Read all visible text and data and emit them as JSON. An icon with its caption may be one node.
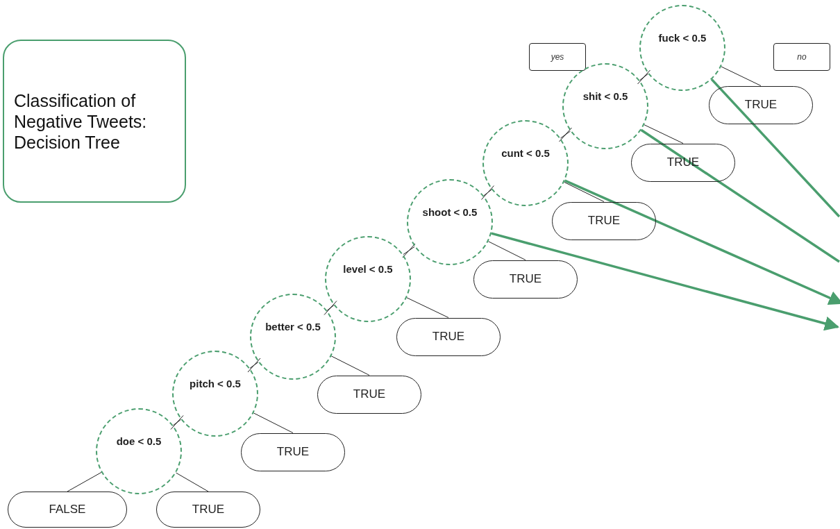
{
  "diagram": {
    "nodes": [
      {
        "text": [
          "Classification of Negative Tweets: Decision Tree"
        ]
      },
      {
        "text": [
          "yes"
        ]
      },
      {
        "text": [
          "fuck < 0.5"
        ]
      },
      {
        "text": [
          "no"
        ]
      },
      {
        "text": [
          "shit < 0.5"
        ]
      },
      {
        "text": [
          "TRUE"
        ]
      },
      {
        "text": [
          "cunt < 0.5"
        ]
      },
      {
        "text": [
          "TRUE"
        ]
      },
      {
        "text": [
          "shoot < 0.5"
        ]
      },
      {
        "text": [
          "TRUE"
        ]
      },
      {
        "text": [
          "level < 0.5"
        ]
      },
      {
        "text": [
          "TRUE"
        ]
      },
      {
        "text": [
          "better < 0.5"
        ]
      },
      {
        "text": [
          "TRUE"
        ]
      },
      {
        "text": [
          "pitch < 0.5"
        ]
      },
      {
        "text": [
          "TRUE"
        ]
      },
      {
        "text": [
          "doe < 0.5"
        ]
      },
      {
        "text": [
          "TRUE"
        ]
      },
      {
        "text": [
          "FALSE"
        ]
      },
      {
        "text": [
          "TRUE"
        ]
      }
    ],
    "edges": [
      {
        "from": 2,
        "to": 4,
        "arrow": "none"
      },
      {
        "from": 2,
        "to": 5,
        "arrow": "none"
      },
      {
        "from": 4,
        "to": 6,
        "arrow": "none"
      },
      {
        "from": 4,
        "to": 7,
        "arrow": "none"
      },
      {
        "from": 6,
        "to": 8,
        "arrow": "none"
      },
      {
        "from": 6,
        "to": 9,
        "arrow": "none"
      },
      {
        "from": 8,
        "to": 10,
        "arrow": "none"
      },
      {
        "from": 8,
        "to": 11,
        "arrow": "none"
      },
      {
        "from": 10,
        "to": 12,
        "arrow": "none"
      },
      {
        "from": 10,
        "to": 13,
        "arrow": "none"
      },
      {
        "from": 12,
        "to": 14,
        "arrow": "none"
      },
      {
        "from": 12,
        "to": 15,
        "arrow": "none"
      },
      {
        "from": 14,
        "to": 16,
        "arrow": "none"
      },
      {
        "from": 14,
        "to": 17,
        "arrow": "none"
      },
      {
        "from": 16,
        "to": 18,
        "arrow": "none"
      },
      {
        "from": 16,
        "to": 19,
        "arrow": "none"
      },
      {
        "from": 2,
        "to": null,
        "arrow": "none",
        "color": "#4a9e6e",
        "style": "thick"
      },
      {
        "from": 4,
        "to": null,
        "arrow": "none",
        "color": "#4a9e6e",
        "style": "thick"
      },
      {
        "from": 6,
        "to": null,
        "arrow": "to",
        "color": "#4a9e6e",
        "style": "thick"
      },
      {
        "from": 8,
        "to": null,
        "arrow": "to",
        "color": "#4a9e6e",
        "style": "thick"
      }
    ]
  }
}
